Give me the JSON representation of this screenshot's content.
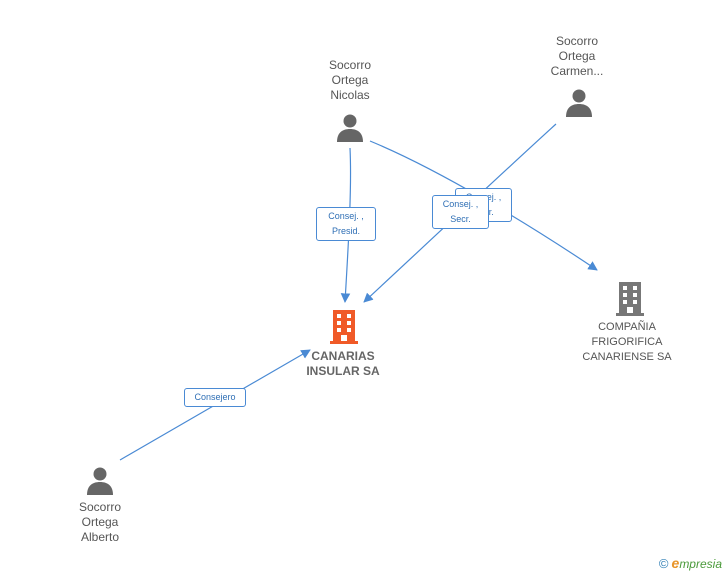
{
  "persons": {
    "nicolas": {
      "lines": [
        "Socorro",
        "Ortega",
        "Nicolas"
      ]
    },
    "carmen": {
      "lines": [
        "Socorro",
        "Ortega",
        "Carmen..."
      ]
    },
    "alberto": {
      "lines": [
        "Socorro",
        "Ortega",
        "Alberto"
      ]
    }
  },
  "companies": {
    "canarias": {
      "lines": [
        "CANARIAS",
        "INSULAR SA"
      ],
      "color": "#f05a28"
    },
    "frigorifica": {
      "lines": [
        "COMPAÑIA",
        "FRIGORIFICA",
        "CANARIENSE SA"
      ],
      "color": "#777777"
    }
  },
  "edges": {
    "nicolas_canarias": {
      "lines": [
        "Consej. ,",
        "Presid."
      ]
    },
    "carmen_canarias": {
      "lines": [
        "Consej. ,",
        "Secr."
      ]
    },
    "nicolas_frigorifica": {
      "lines": [
        "Consej. ,",
        "Secr."
      ]
    },
    "alberto_canarias": {
      "lines": [
        "Consejero"
      ]
    }
  },
  "colors": {
    "edge": "#4a8ad4",
    "person_icon": "#666666"
  },
  "brand": {
    "copyright": "©",
    "initial": "e",
    "rest": "mpresia"
  }
}
